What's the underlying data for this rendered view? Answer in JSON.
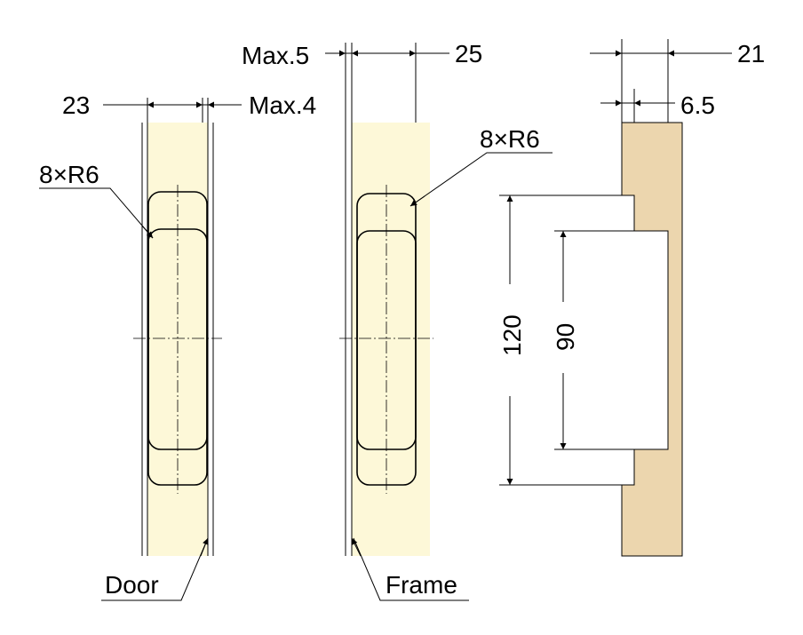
{
  "colors": {
    "background": "#ffffff",
    "door_fill": "#fdf8d8",
    "frame_fill": "#fdf8d8",
    "section_fill": "#ecd6ae",
    "line": "#000000"
  },
  "door_view": {
    "dim_width": "23",
    "dim_max": "Max.4",
    "radius_label": "8×R6",
    "part_label": "Door"
  },
  "frame_view": {
    "dim_max": "Max.5",
    "dim_width": "25",
    "radius_label": "8×R6",
    "part_label": "Frame"
  },
  "section_view": {
    "dim_depth_total": "21",
    "dim_depth_step": "6.5",
    "dim_height_outer": "120",
    "dim_height_inner": "90"
  }
}
